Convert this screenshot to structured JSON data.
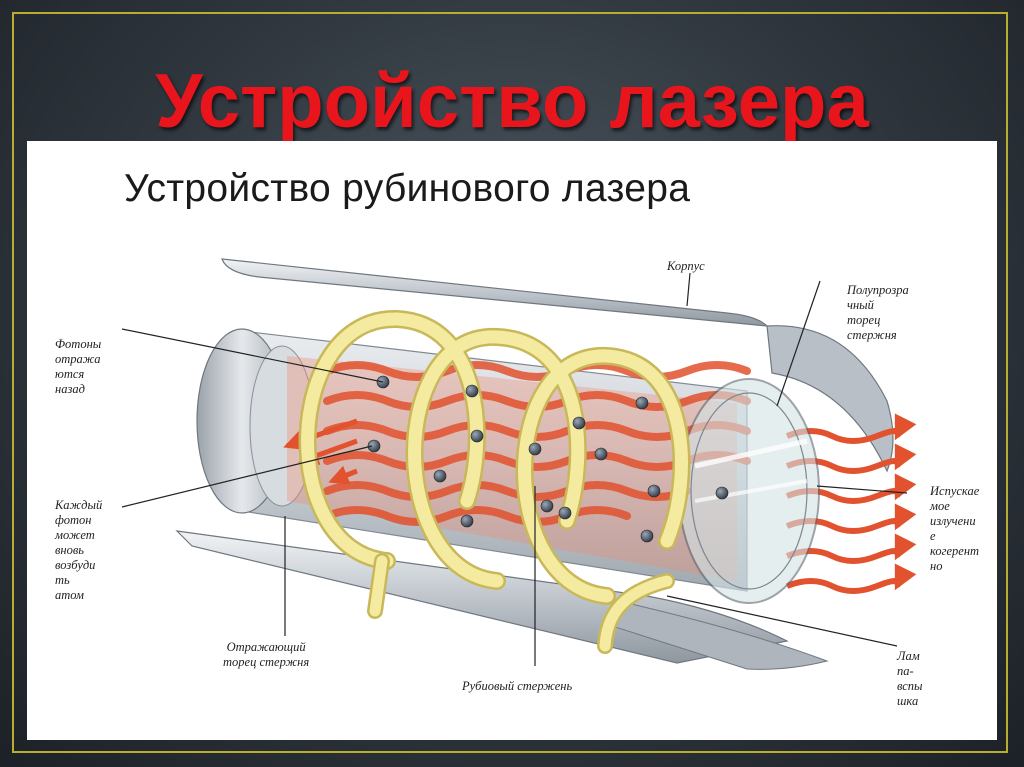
{
  "slide": {
    "title": "Устройство лазера"
  },
  "diagram": {
    "title": "Устройство рубинового лазера",
    "labels": {
      "korpus": "Корпус",
      "semi_transparent_end": "Полупрозра\nчный\nторец\nстержня",
      "photons_reflected": "Фотоны\nотража\nются\nназад",
      "each_photon": "Каждый\nфотон\nможет\nвновь\nвозбуди\nть\nатом",
      "emitted_radiation": "Испускае\nмое\nизлучени\nе\nкогерент\nно",
      "reflecting_end": "Отражающий\nторец стержня",
      "ruby_rod": "Рубиовый стержень",
      "flash_lamp": "Лам\nпа-\nвспы\nшка"
    }
  },
  "colors": {
    "title_red": "#e8161c",
    "frame_gold": "#b8ad2f",
    "metal": "#c9ced3",
    "wave": "#e2522f",
    "lamp": "#f4eaa0",
    "atom": "#4a5564"
  }
}
